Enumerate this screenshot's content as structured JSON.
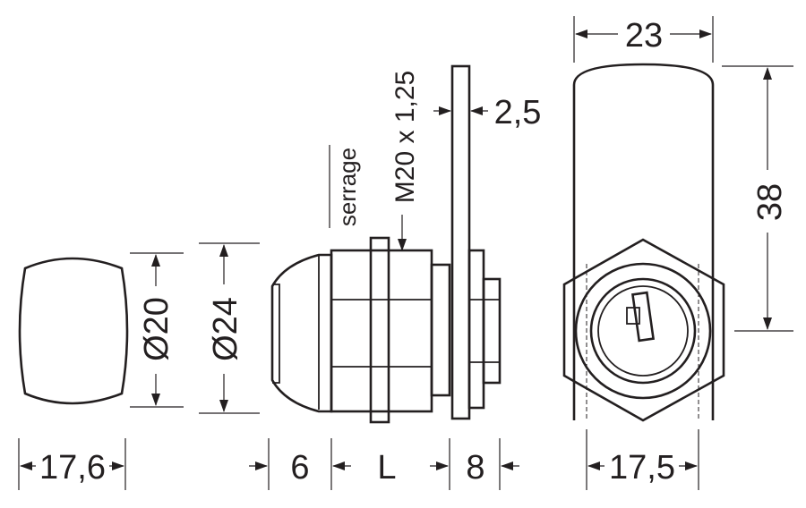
{
  "colors": {
    "line": "#231f20",
    "background": "#ffffff"
  },
  "dimensions": {
    "key_head_width": "17,6",
    "dia_20": "Ø20",
    "dia_24": "Ø24",
    "offset_6": "6",
    "length_L": "L",
    "cam_8": "8",
    "cam_thickness": "2,5",
    "thread": "M20 x 1,25",
    "serrage": "serrage",
    "front_width": "23",
    "front_height": "38",
    "hex_width": "17,5"
  }
}
